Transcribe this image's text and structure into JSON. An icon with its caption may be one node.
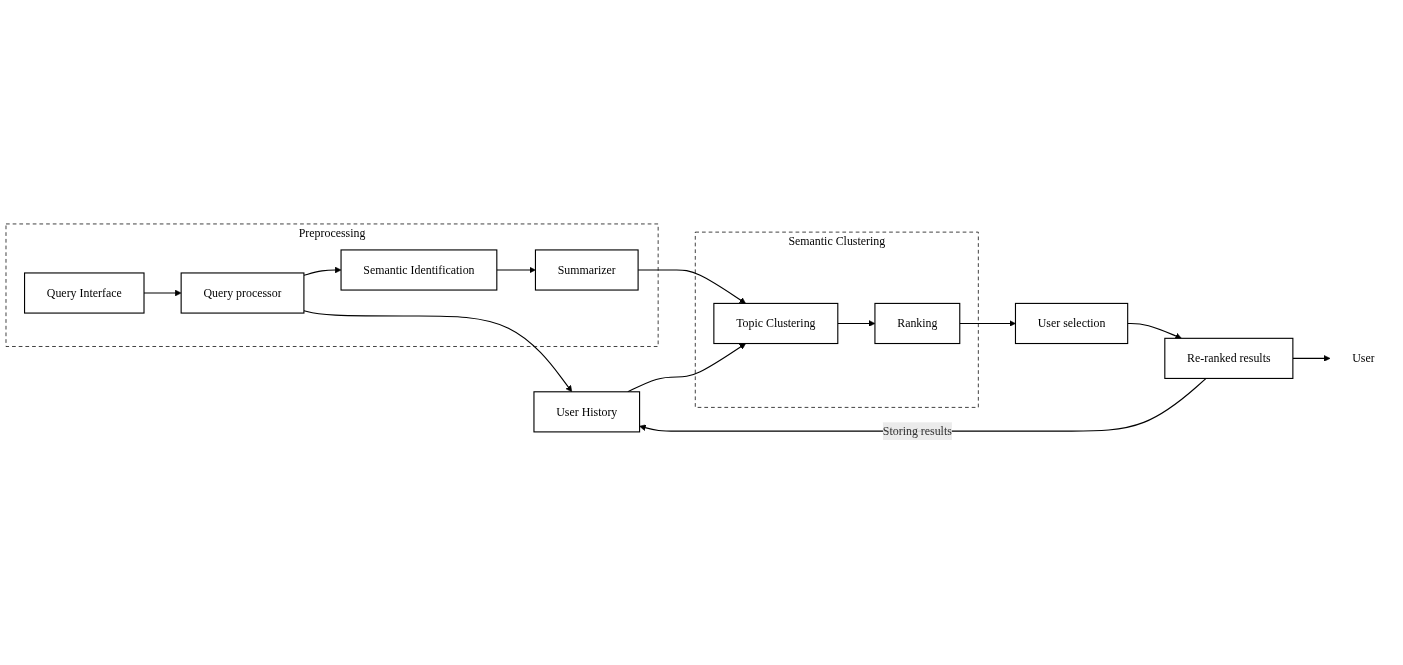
{
  "diagram": {
    "nodes": [
      {
        "text": [
          "Preprocessing"
        ]
      },
      {
        "text": [
          "Query Interface"
        ],
        "in": 0
      },
      {
        "text": [
          "Query processor"
        ],
        "in": 0
      },
      {
        "text": [
          "Semantic Identification"
        ],
        "in": 0
      },
      {
        "text": [
          "Summarizer"
        ],
        "in": 0
      },
      {
        "text": [
          "User History"
        ]
      },
      {
        "text": [
          "Semantic Clustering"
        ]
      },
      {
        "text": [
          "Topic Clustering"
        ],
        "in": 6
      },
      {
        "text": [
          "Ranking"
        ],
        "in": 6
      },
      {
        "text": [
          "User selection"
        ]
      },
      {
        "text": [
          "Re-ranked results"
        ]
      },
      {
        "text": [
          "User"
        ]
      }
    ],
    "edges": [
      {
        "from": 1,
        "to": 2,
        "arrow": "to"
      },
      {
        "from": 2,
        "to": 5,
        "arrow": "to"
      },
      {
        "from": 2,
        "to": 3,
        "arrow": "to"
      },
      {
        "from": 3,
        "to": 4,
        "arrow": "to"
      },
      {
        "from": 4,
        "to": 7,
        "arrow": "to"
      },
      {
        "from": 5,
        "to": 7,
        "arrow": "to"
      },
      {
        "from": 7,
        "to": 8,
        "arrow": "to"
      },
      {
        "from": 8,
        "to": 9,
        "arrow": "to"
      },
      {
        "from": 9,
        "to": 10,
        "arrow": "to"
      },
      {
        "from": 10,
        "to": 5,
        "arrow": "to",
        "label": "Storing results"
      },
      {
        "from": 10,
        "to": 11,
        "arrow": "to"
      }
    ]
  }
}
